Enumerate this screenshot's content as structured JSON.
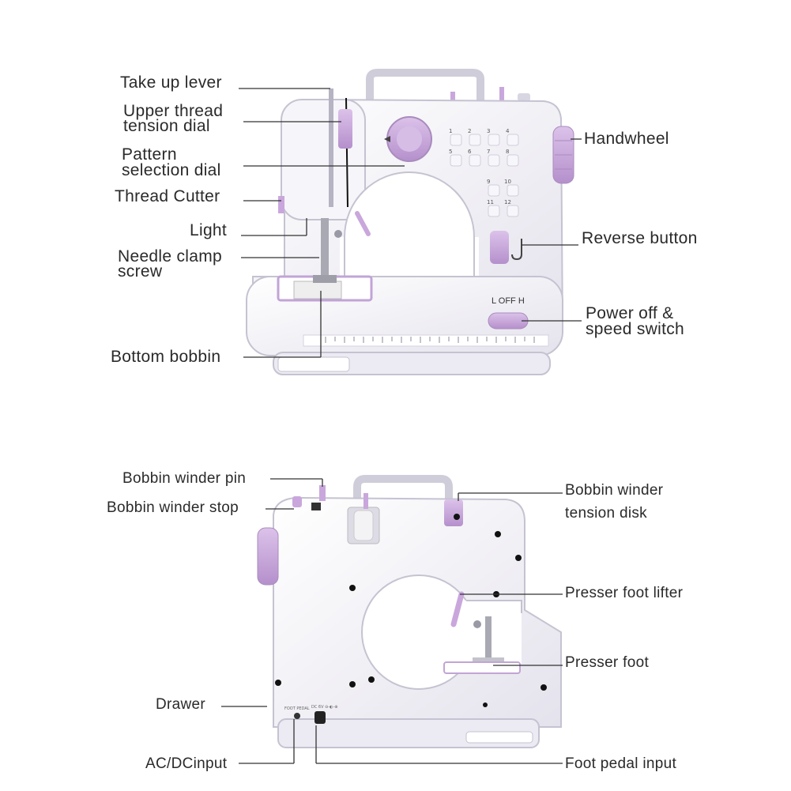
{
  "top_labels": {
    "take_up_lever": "Take up lever",
    "upper_thread_tension_dial": "Upper thread\ntension dial",
    "pattern_selection_dial": "Pattern\nselection dial",
    "thread_cutter": "Thread Cutter",
    "light": "Light",
    "needle_clamp_screw": "Needle clamp\nscrew",
    "bottom_bobbin": "Bottom bobbin",
    "handwheel": "Handwheel",
    "reverse_button": "Reverse button",
    "power_speed_switch": "Power off &\nspeed switch"
  },
  "bottom_labels": {
    "bobbin_winder_pin": "Bobbin winder pin",
    "bobbin_winder_stop": "Bobbin winder stop",
    "drawer": "Drawer",
    "ac_dc_input": "AC/DCinput",
    "bobbin_winder_tension_disk": "Bobbin winder\ntension disk",
    "presser_foot_lifter": "Presser foot lifter",
    "presser_foot": "Presser foot",
    "foot_pedal_input": "Foot pedal input"
  },
  "machine_markings": {
    "switch_positions": "L  OFF  H",
    "stitch_numbers": [
      "1",
      "2",
      "3",
      "4",
      "5",
      "6",
      "7",
      "8",
      "9",
      "10",
      "11",
      "12"
    ]
  },
  "colors": {
    "body": "#f1f0f6",
    "accent_lilac": "#c9a7dc",
    "outline": "#b9b6c6",
    "leader_line": "#333333"
  }
}
